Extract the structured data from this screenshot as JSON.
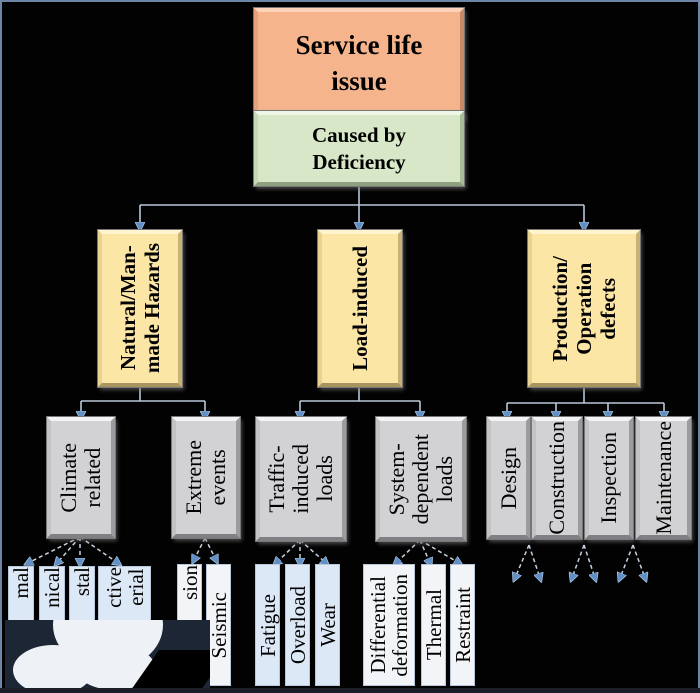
{
  "diagram": {
    "root": {
      "label_line1": "Service life",
      "label_line2": "issue",
      "color": "#f6b48d"
    },
    "level1": {
      "label_line1": "Caused by",
      "label_line2": "Deficiency",
      "color": "#d7e7c7"
    },
    "categories": [
      {
        "label_line1": "Natural/Man-",
        "label_line2": "made Hazards",
        "color": "#fbe6a6",
        "subcategories": [
          {
            "label_line1": "Climate",
            "label_line2": "related",
            "leaves": [
              "...mal",
              "...nical",
              "...stal",
              "...ctive / ...erial"
            ]
          },
          {
            "label_line1": "Extreme",
            "label_line2": "events",
            "leaves": [
              "...sion",
              "Seismic"
            ]
          }
        ]
      },
      {
        "label_line1": "Load-induced",
        "label_line2": "",
        "color": "#fbe6a6",
        "subcategories": [
          {
            "label_line1": "Traffic-",
            "label_line2": "induced",
            "label_line3": "loads",
            "leaves": [
              "Fatigue",
              "Overload",
              "Wear"
            ]
          },
          {
            "label_line1": "System-",
            "label_line2": "dependent",
            "label_line3": "loads",
            "leaves": [
              "Differential deformation",
              "Thermal",
              "Restraint"
            ]
          }
        ]
      },
      {
        "label_line1": "Production/",
        "label_line2": "Operation",
        "label_line3": "defects",
        "color": "#fbe6a6",
        "subcategories": [
          {
            "label_line1": "Design",
            "leaves": []
          },
          {
            "label_line1": "Construction",
            "leaves": []
          },
          {
            "label_line1": "Inspection",
            "leaves": []
          },
          {
            "label_line1": "Maintenance",
            "leaves": []
          }
        ]
      }
    ],
    "leaf_labels": {
      "climate_1": "mal",
      "climate_2": "nical",
      "climate_3": "stal",
      "climate_4a": "ctive",
      "climate_4b": "erial",
      "extreme_1": "sion",
      "extreme_2": "Seismic",
      "traffic_1": "Fatigue",
      "traffic_2": "Overload",
      "traffic_3": "Wear",
      "system_1a": "Differential",
      "system_1b": "deformation",
      "system_2": "Thermal",
      "system_3": "Restraint"
    },
    "colors": {
      "connector": "#b9c7d8",
      "arrowhead": "#5f8fc4",
      "background": "#020202",
      "frame": "#6d86a6"
    }
  }
}
